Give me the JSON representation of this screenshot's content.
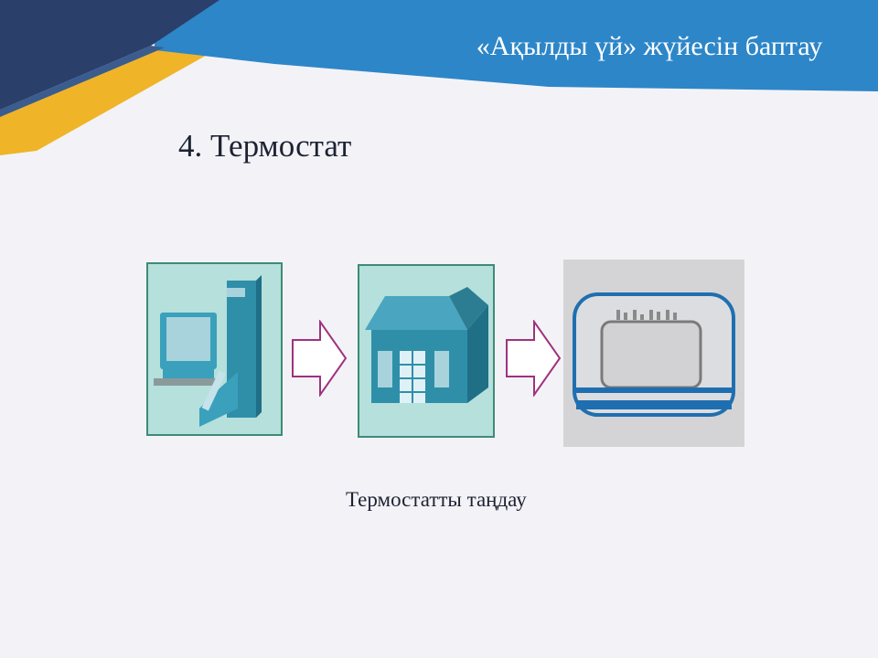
{
  "header": {
    "title": "«Ақылды үй» жүйесін баптау"
  },
  "slide": {
    "heading": "4. Термостат",
    "caption": "Термостатты таңдау",
    "steps": [
      {
        "icon": "computer-icon"
      },
      {
        "icon": "house-icon"
      },
      {
        "icon": "thermostat-icon"
      }
    ]
  },
  "colors": {
    "navy": "#2b3f6b",
    "yellow": "#f0b429",
    "blue": "#2d86c8",
    "teal_bg": "#b5e0dc",
    "arrow": "#a0327e"
  }
}
